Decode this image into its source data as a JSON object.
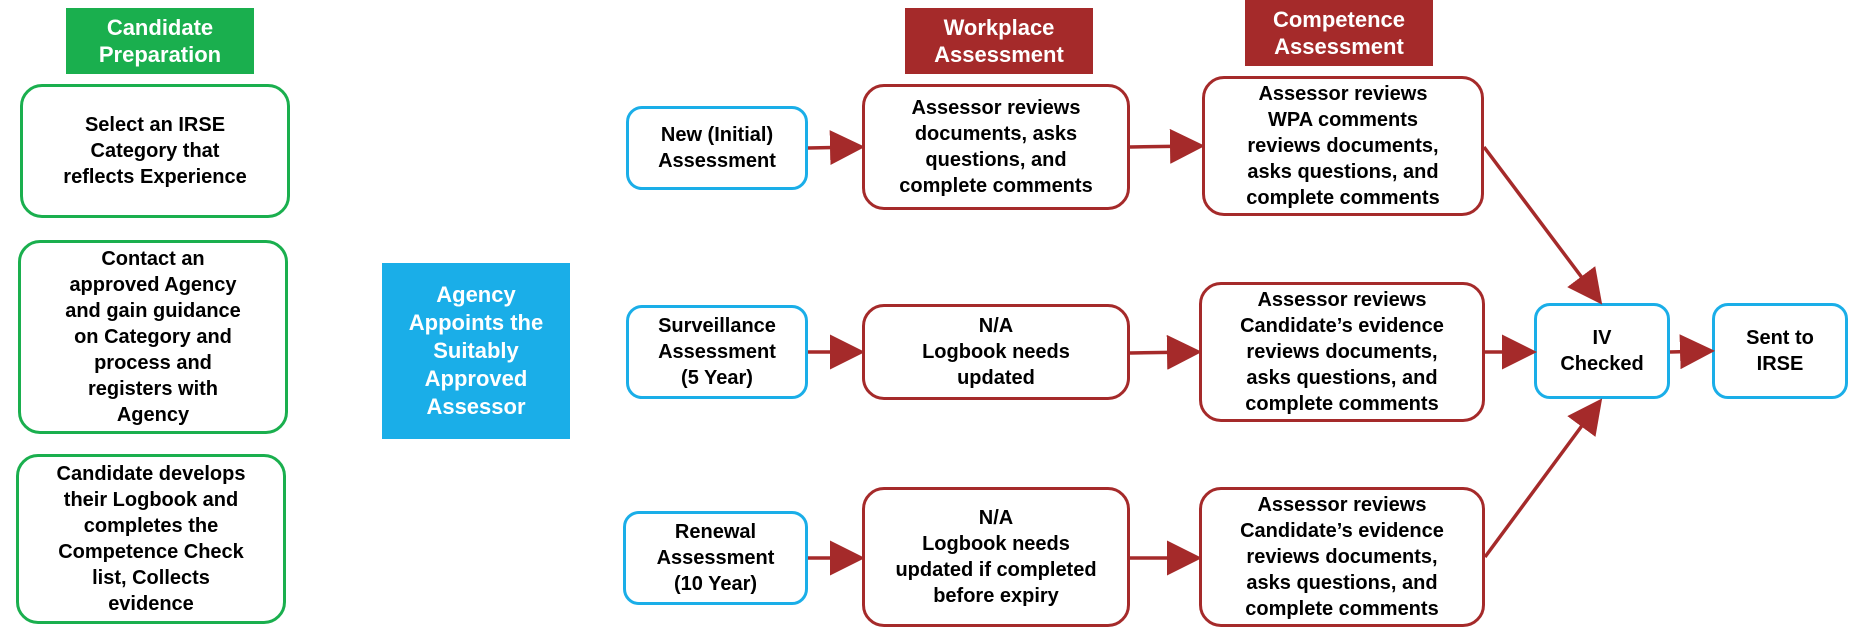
{
  "colors": {
    "green": "#1aaf4e",
    "red": "#a52a2a",
    "blue": "#1aaee8",
    "arrow": "#a52a2a"
  },
  "headers": {
    "candidate_preparation": "Candidate\nPreparation",
    "workplace_assessment": "Workplace\nAssessment",
    "competence_assessment": "Competence\nAssessment"
  },
  "preparation": {
    "step1": "Select an IRSE\nCategory that\nreflects Experience",
    "step2": "Contact an\napproved Agency\nand gain guidance\non Category and\nprocess and\nregisters with\nAgency",
    "step3": "Candidate develops\ntheir Logbook and\ncompletes the\nCompetence Check\nlist, Collects\nevidence"
  },
  "agency": "Agency\nAppoints the\nSuitably\nApproved\nAssessor",
  "assessment_types": {
    "new": "New (Initial)\nAssessment",
    "surveillance": "Surveillance\nAssessment\n(5 Year)",
    "renewal": "Renewal\nAssessment\n(10 Year)"
  },
  "workplace": {
    "new": "Assessor reviews\ndocuments, asks\nquestions, and\ncomplete comments",
    "surveillance": "N/A\nLogbook needs\nupdated",
    "renewal": "N/A\nLogbook needs\nupdated if completed\nbefore expiry"
  },
  "competence": {
    "new": "Assessor reviews\nWPA comments\nreviews documents,\nasks questions, and\ncomplete comments",
    "surveillance": "Assessor reviews\nCandidate’s evidence\nreviews documents,\nasks questions, and\ncomplete comments",
    "renewal": "Assessor reviews\nCandidate’s evidence\nreviews documents,\nasks questions, and\ncomplete comments"
  },
  "iv_checked": "IV\nChecked",
  "sent_to_irse": "Sent to\nIRSE"
}
